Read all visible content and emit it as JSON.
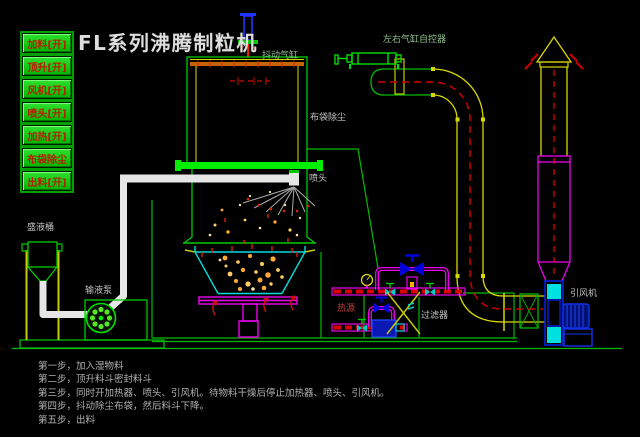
{
  "title": "FL系列沸腾制粒机",
  "control_panel": {
    "buttons": [
      {
        "id": "feed",
        "label": "加料[开]"
      },
      {
        "id": "lift",
        "label": "顶升[开]"
      },
      {
        "id": "fan",
        "label": "风机[开]"
      },
      {
        "id": "nozzle",
        "label": "喷头[开]"
      },
      {
        "id": "heat",
        "label": "加热[开]"
      },
      {
        "id": "bag-dedust",
        "label": "布袋除尘"
      },
      {
        "id": "discharge",
        "label": "出料[开]"
      }
    ]
  },
  "labels": {
    "shaker_cylinder": "抖动气缸",
    "lr_cylinder_controller": "左右气缸自控器",
    "bag_filter": "布袋除尘",
    "spray_nozzle": "喷头",
    "liquid_tank": "盛液桶",
    "liquid_pump": "输液泵",
    "heat_source": "热源",
    "filter": "过滤器",
    "induced_draft_fan": "引风机"
  },
  "instructions": {
    "steps": [
      "第一步，加入湿物料",
      "第二步，顶升料斗密封料斗",
      "第三步，同时开加热器、喷头、引风机。待物料干燥后停止加热器、喷头、引风机。",
      "第四步，抖动除尘布袋，然后料斗下降。",
      "第五步，出料"
    ]
  },
  "colors": {
    "background": "#000000",
    "button_green": "#00c000",
    "button_text_red": "#b81c00",
    "line_green": "#00bb00",
    "bright_green_band": "#00ee00",
    "pipe_yellow": "#d8d800",
    "pipe_magenta": "#ee00ee",
    "valve_blue": "#0000dd",
    "cyan": "#00dddd",
    "flow_red": "#cc1100",
    "particle_orange": "#ffaa33",
    "label_gray": "#c4c4c4",
    "label_green": "#8fbf8f",
    "heat_label_red": "#c04040",
    "title_white": "#dedede"
  }
}
